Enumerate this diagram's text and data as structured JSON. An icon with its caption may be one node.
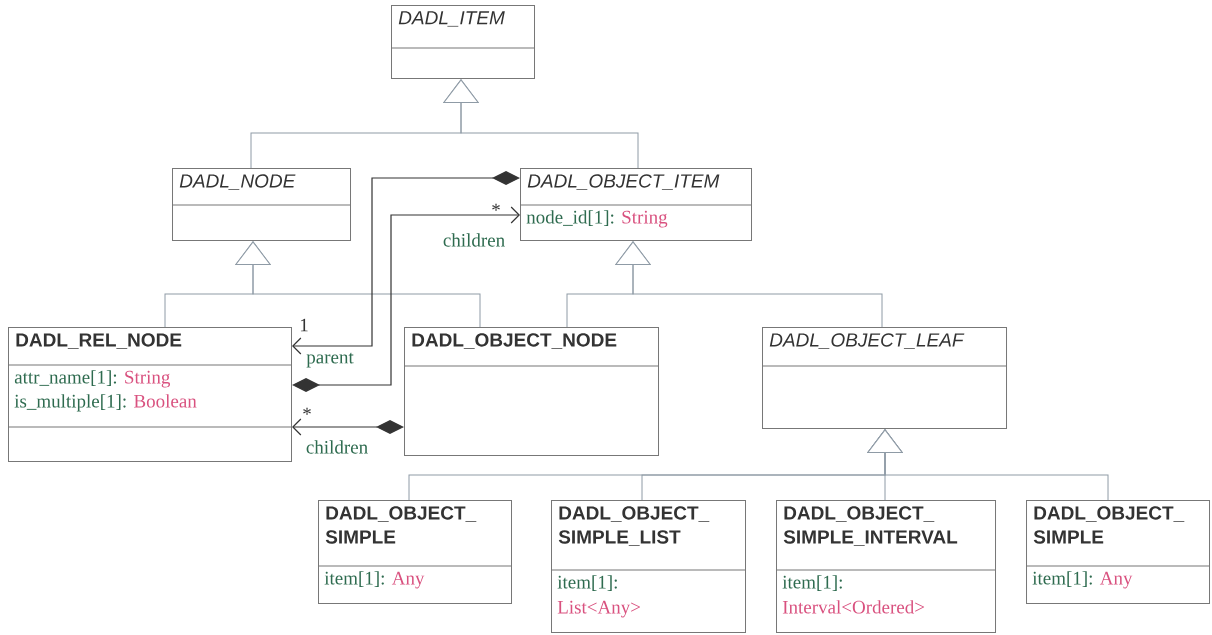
{
  "diagram": {
    "nodes": [
      {
        "text": [
          "DADL_ITEM"
        ]
      },
      {
        "text": [
          "DADL_NODE"
        ]
      },
      {
        "text": [
          "DADL_OBJECT_ITEM",
          "node_id[1]:",
          "String"
        ]
      },
      {
        "text": [
          "DADL_REL_NODE",
          "attr_name[1]:",
          "String",
          "is_multiple[1]:",
          "Boolean"
        ]
      },
      {
        "text": [
          "DADL_OBJECT_NODE"
        ]
      },
      {
        "text": [
          "DADL_OBJECT_LEAF"
        ]
      },
      {
        "text": [
          "DADL_OBJECT_ SIMPLE",
          "item[1]:",
          "Any"
        ]
      },
      {
        "text": [
          "DADL_OBJECT_ SIMPLE_LIST",
          "item[1]:",
          "List<Any>"
        ]
      },
      {
        "text": [
          "DADL_OBJECT_ SIMPLE_INTERVAL",
          "item[1]:",
          "Interval<Ordered>"
        ]
      },
      {
        "text": [
          "DADL_OBJECT_ SIMPLE",
          "item[1]:",
          "Any"
        ]
      }
    ],
    "edges": [
      {
        "from": 1,
        "to": 0,
        "arrow": "to"
      },
      {
        "from": 2,
        "to": 0,
        "arrow": "to"
      },
      {
        "from": 3,
        "to": 1,
        "arrow": "to"
      },
      {
        "from": 4,
        "to": 1,
        "arrow": "to"
      },
      {
        "from": 4,
        "to": 2,
        "arrow": "to"
      },
      {
        "from": 5,
        "to": 2,
        "arrow": "to"
      },
      {
        "from": 6,
        "to": 5,
        "arrow": "to"
      },
      {
        "from": 7,
        "to": 5,
        "arrow": "to"
      },
      {
        "from": 8,
        "to": 5,
        "arrow": "to"
      },
      {
        "from": 9,
        "to": 5,
        "arrow": "to"
      },
      {
        "from": 2,
        "to": 3,
        "arrow": "to",
        "label": "parent",
        "color": "#333333"
      },
      {
        "from": 3,
        "to": 2,
        "arrow": "to",
        "label": "children",
        "color": "#333333"
      },
      {
        "from": 4,
        "to": 3,
        "arrow": "to",
        "label": "children",
        "color": "#333333"
      }
    ],
    "labels": [
      "1",
      "*",
      "*"
    ]
  }
}
